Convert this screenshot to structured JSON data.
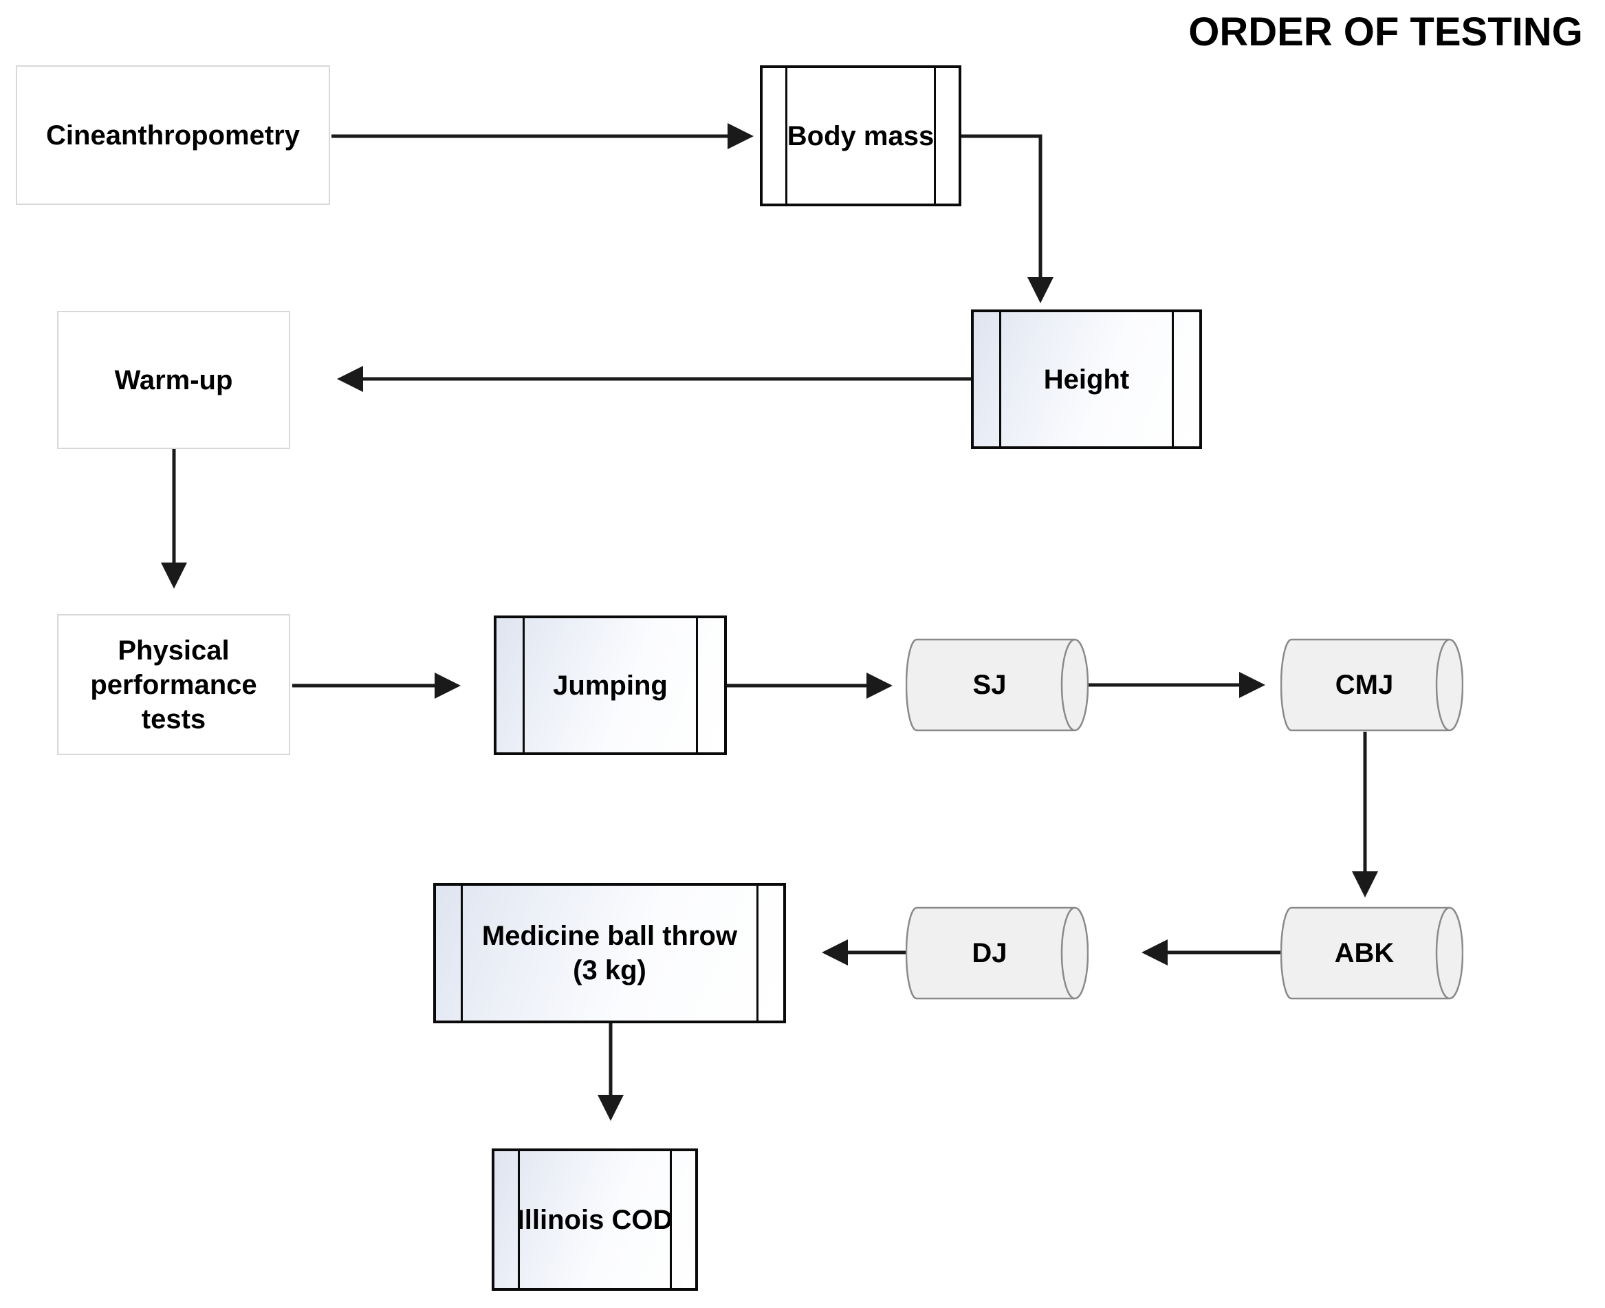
{
  "title": "ORDER OF TESTING",
  "colors": {
    "arrow": "#1a1a1a",
    "predefined_box_border": "#0a0a0a",
    "predefined_box_gradient_tint": "#dfe4f0",
    "plain_box_border": "#d8d8d8",
    "cylinder_fill": "#f0f0f0",
    "cylinder_border": "#8a8a8a",
    "text": "#000000",
    "background": "#ffffff"
  },
  "diagram": {
    "nodes": {
      "cineanthropometry": {
        "label": "Cineanthropometry",
        "shape": "rectangle"
      },
      "body_mass": {
        "label": "Body mass",
        "shape": "predefined-process"
      },
      "height": {
        "label": "Height",
        "shape": "predefined-process"
      },
      "warm_up": {
        "label": "Warm-up",
        "shape": "rectangle"
      },
      "physical_performance_tests": {
        "label": "Physical\nperformance\ntests",
        "shape": "rectangle"
      },
      "jumping": {
        "label": "Jumping",
        "shape": "predefined-process"
      },
      "sj": {
        "label": "SJ",
        "shape": "cylinder"
      },
      "cmj": {
        "label": "CMJ",
        "shape": "cylinder"
      },
      "abk": {
        "label": "ABK",
        "shape": "cylinder"
      },
      "dj": {
        "label": "DJ",
        "shape": "cylinder"
      },
      "medicine_ball_throw": {
        "label": "Medicine ball throw\n(3 kg)",
        "shape": "predefined-process"
      },
      "illinois_cod": {
        "label": "Illinois COD",
        "shape": "predefined-process"
      }
    },
    "edges": [
      {
        "from": "cineanthropometry",
        "to": "body_mass"
      },
      {
        "from": "body_mass",
        "to": "height"
      },
      {
        "from": "height",
        "to": "warm_up"
      },
      {
        "from": "warm_up",
        "to": "physical_performance_tests"
      },
      {
        "from": "physical_performance_tests",
        "to": "jumping"
      },
      {
        "from": "jumping",
        "to": "sj"
      },
      {
        "from": "sj",
        "to": "cmj"
      },
      {
        "from": "cmj",
        "to": "abk"
      },
      {
        "from": "abk",
        "to": "dj"
      },
      {
        "from": "dj",
        "to": "medicine_ball_throw"
      },
      {
        "from": "medicine_ball_throw",
        "to": "illinois_cod"
      }
    ]
  }
}
